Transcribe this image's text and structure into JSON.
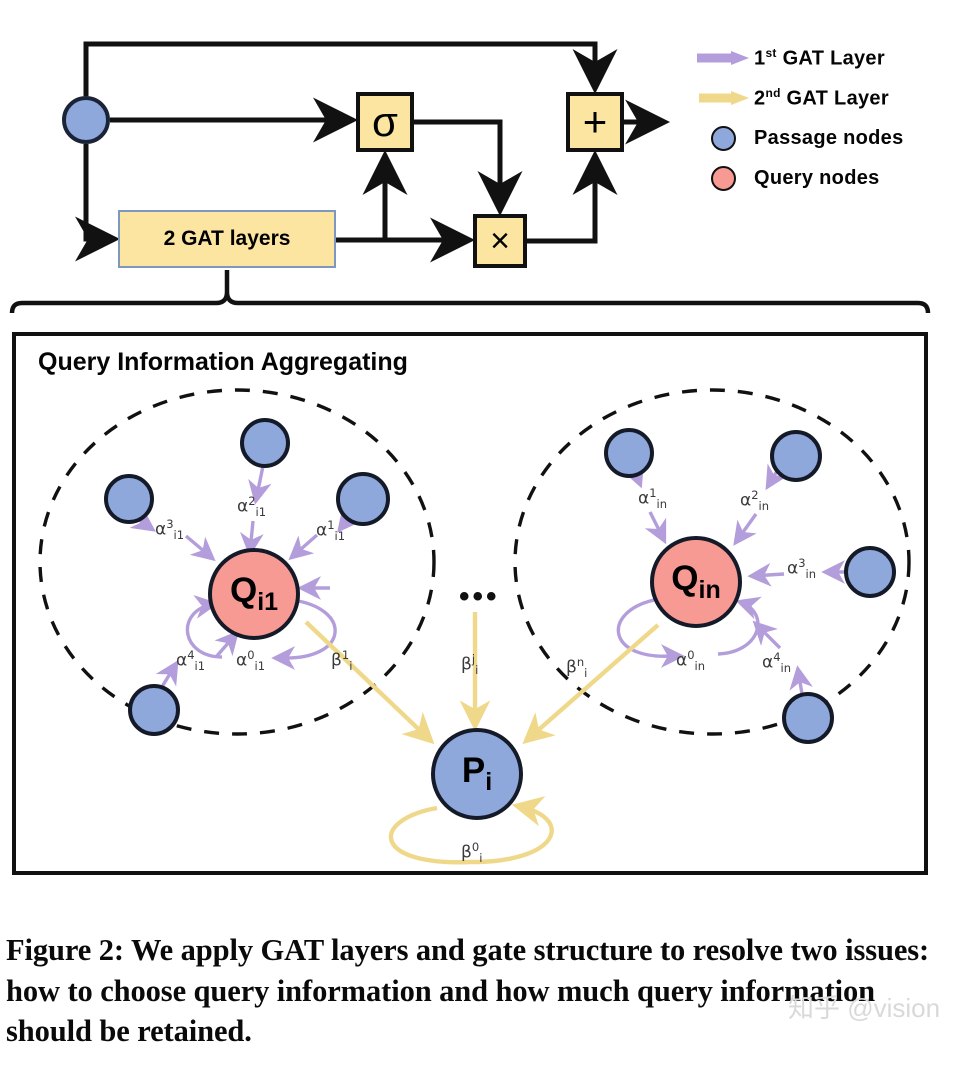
{
  "figure": {
    "caption": "Figure 2: We apply GAT layers and gate structure to resolve two issues: how to choose query information and how much query information should be retained.",
    "watermark": "知乎 @vision"
  },
  "legend": {
    "items": [
      {
        "key": "purple-arrow-icon",
        "label_pre": "1",
        "label_sup": "st",
        "label_post": " GAT Layer",
        "color": "#B39DDB"
      },
      {
        "key": "yellow-arrow-icon",
        "label_pre": "2",
        "label_sup": "nd",
        "label_post": " GAT Layer",
        "color": "#F0D88A"
      },
      {
        "key": "blue-circle-icon",
        "label_pre": "Passage nodes",
        "label_sup": "",
        "label_post": "",
        "color": "#8EA8DB"
      },
      {
        "key": "pink-circle-icon",
        "label_pre": "Query  nodes",
        "label_sup": "",
        "label_post": "",
        "color": "#F79A93"
      }
    ]
  },
  "gate": {
    "input_node": "",
    "gat_block": "2 GAT layers",
    "sigma": "σ",
    "multiply": "×",
    "add": "+"
  },
  "panel": {
    "title": "Query Information Aggregating",
    "ellipsis": "•••",
    "clusters": [
      {
        "name": "left-cluster",
        "center": {
          "label": "Q",
          "sub": "i1"
        },
        "edges": [
          {
            "alpha": "α",
            "sup": "1",
            "sub": "i1"
          },
          {
            "alpha": "α",
            "sup": "2",
            "sub": "i1"
          },
          {
            "alpha": "α",
            "sup": "3",
            "sub": "i1"
          },
          {
            "alpha": "α",
            "sup": "4",
            "sub": "i1"
          },
          {
            "alpha": "α",
            "sup": "0",
            "sub": "i1"
          }
        ],
        "passage_count": 4
      },
      {
        "name": "right-cluster",
        "center": {
          "label": "Q",
          "sub": "in"
        },
        "edges": [
          {
            "alpha": "α",
            "sup": "1",
            "sub": "in"
          },
          {
            "alpha": "α",
            "sup": "2",
            "sub": "in"
          },
          {
            "alpha": "α",
            "sup": "3",
            "sub": "in"
          },
          {
            "alpha": "α",
            "sup": "4",
            "sub": "in"
          },
          {
            "alpha": "α",
            "sup": "0",
            "sub": "in"
          }
        ],
        "passage_count": 4
      }
    ],
    "passage_center": {
      "label": "P",
      "sub": "i"
    },
    "beta_edges": [
      {
        "beta": "β",
        "sup": "1",
        "sub": "i"
      },
      {
        "beta": "β",
        "sup": "j",
        "sub": "i"
      },
      {
        "beta": "β",
        "sup": "n",
        "sub": "i"
      },
      {
        "beta": "β",
        "sup": "0",
        "sub": "i"
      }
    ]
  },
  "colors": {
    "passage_node": "#8EA8DB",
    "query_node": "#F79A93",
    "gat_block": "#FCE5A0",
    "layer1_arrow": "#B39DDB",
    "layer2_arrow": "#F0D88A",
    "outline": "#111111"
  }
}
